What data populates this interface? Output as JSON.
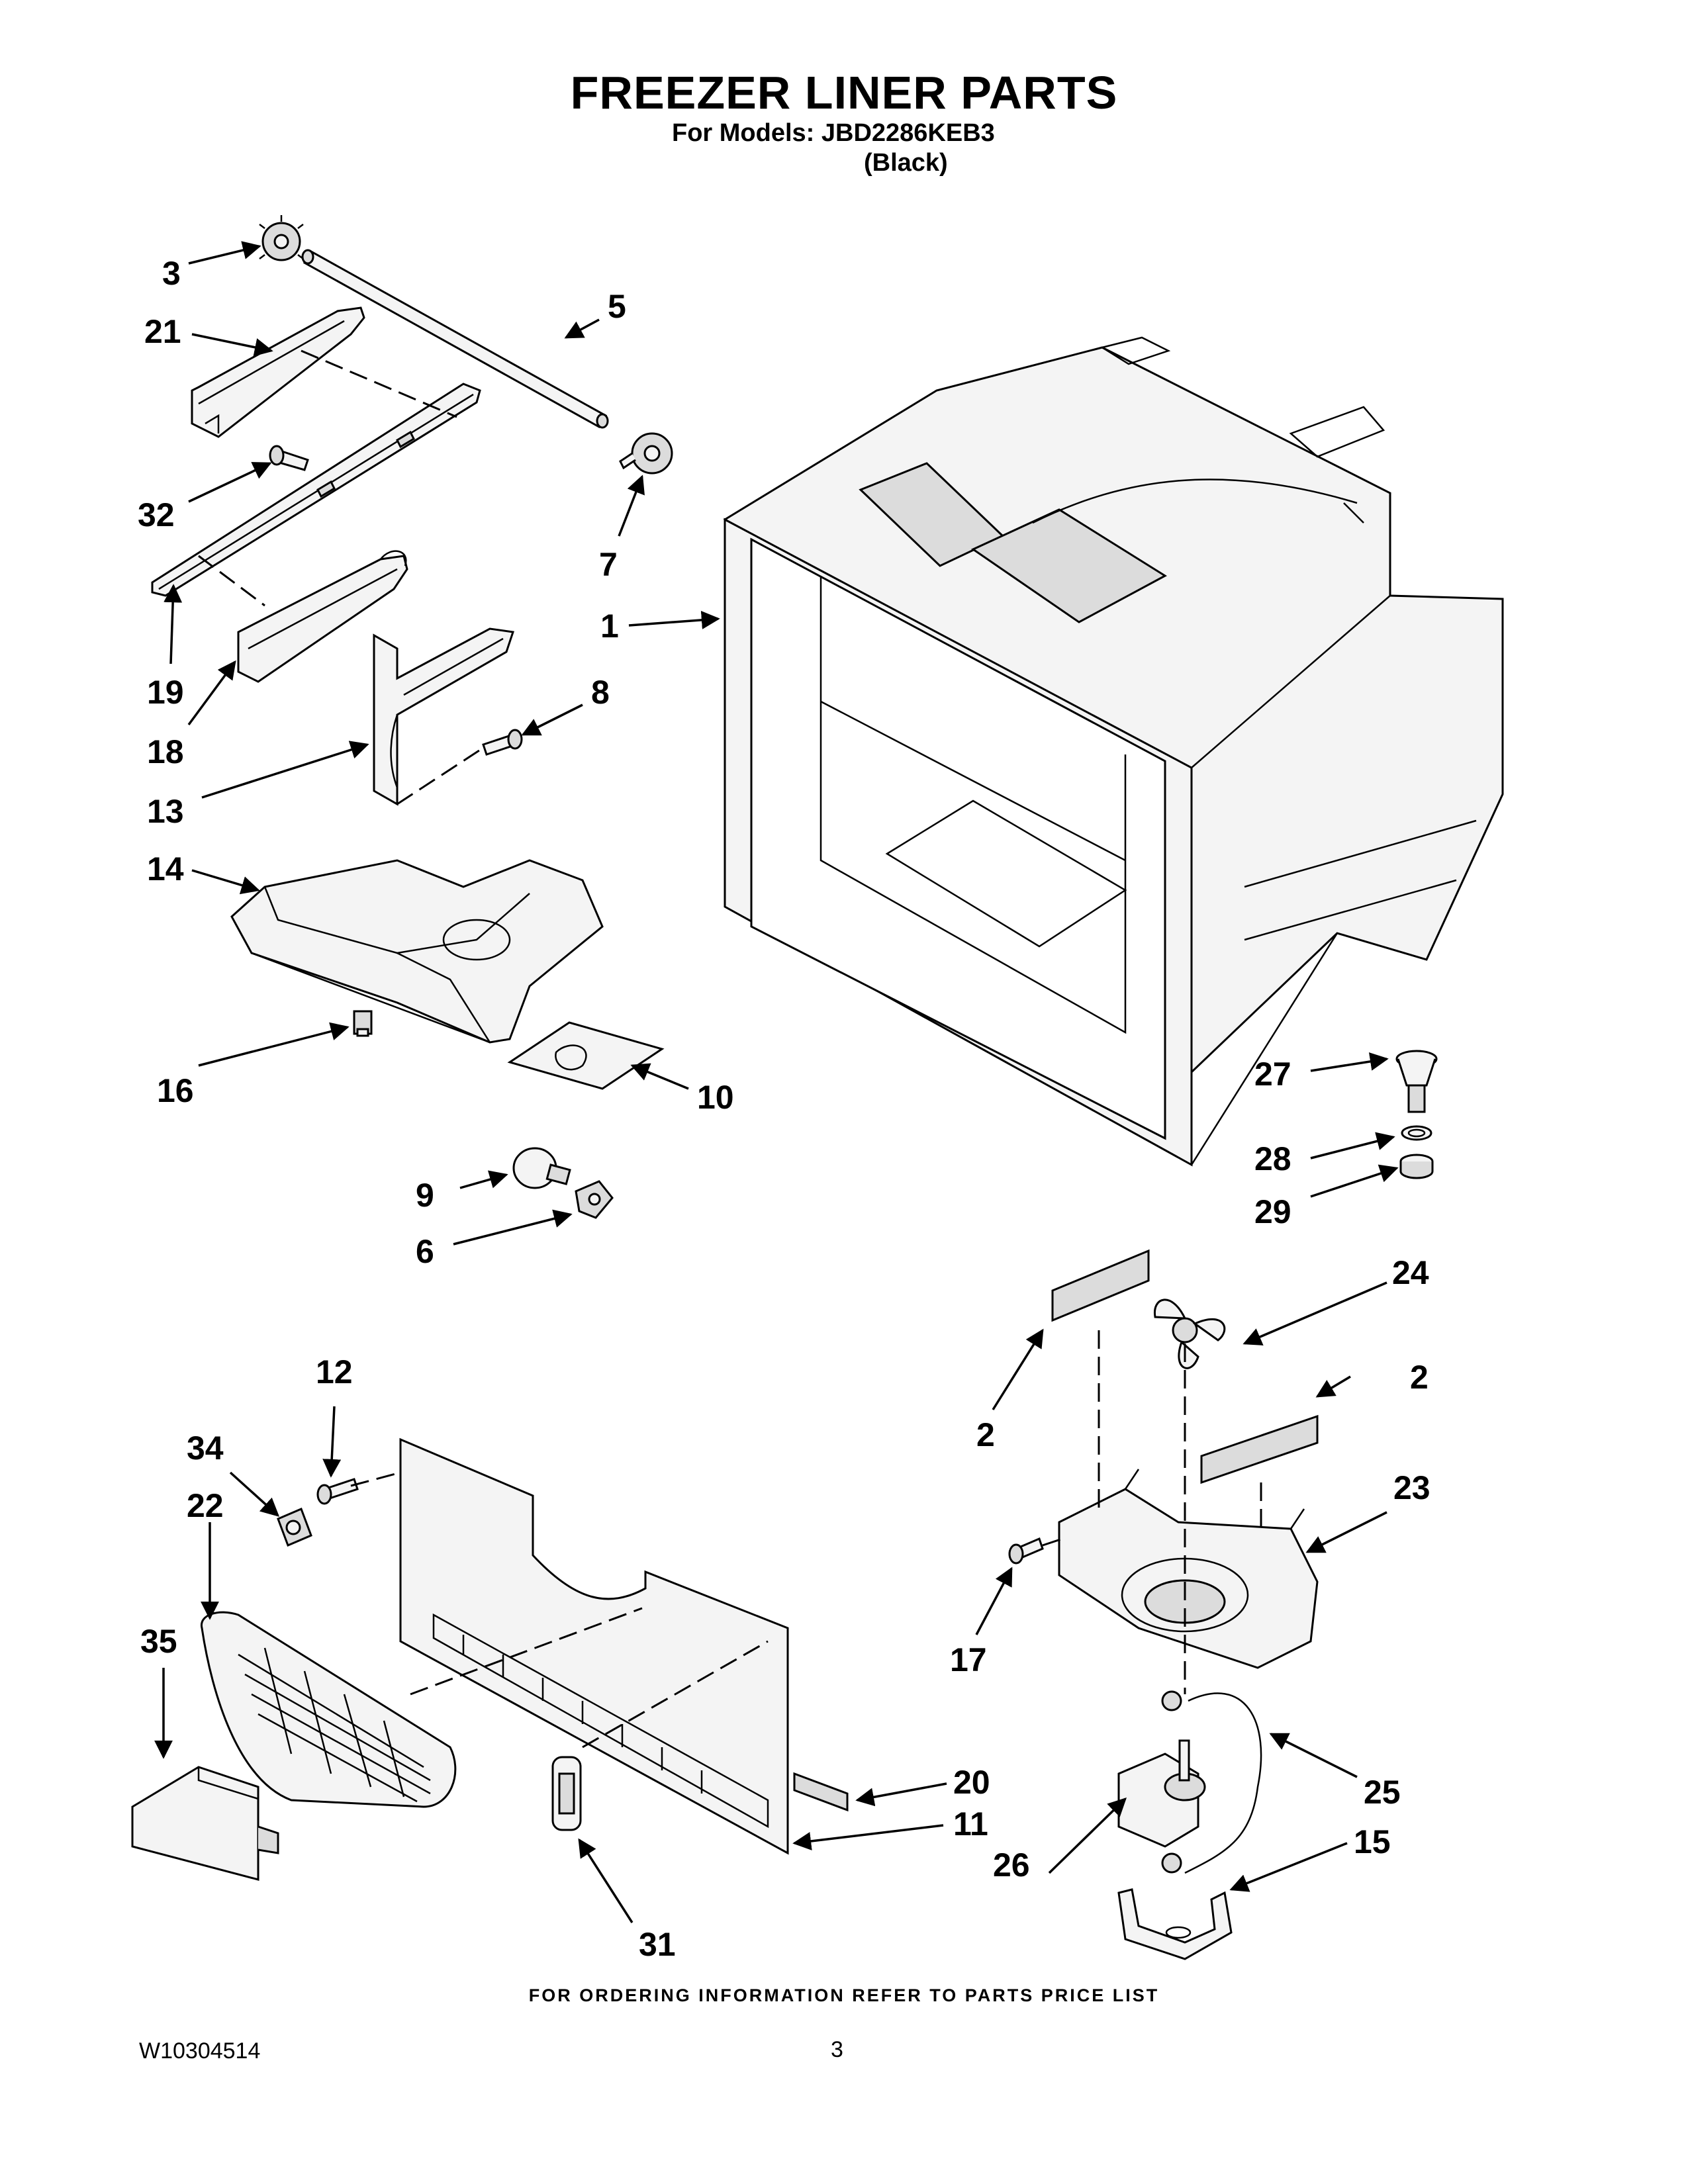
{
  "header": {
    "title": "FREEZER LINER PARTS",
    "models_line": "For Models: JBD2286KEB3",
    "color_line": "(Black)"
  },
  "footer": {
    "ordering_note": "FOR ORDERING INFORMATION REFER TO PARTS PRICE LIST",
    "document_number": "W10304514",
    "page_number": "3"
  },
  "callouts": {
    "c3": "3",
    "c21": "21",
    "c5": "5",
    "c32": "32",
    "c7": "7",
    "c1": "1",
    "c19": "19",
    "c8": "8",
    "c18": "18",
    "c13": "13",
    "c14": "14",
    "c16": "16",
    "c10": "10",
    "c27": "27",
    "c28": "28",
    "c29": "29",
    "c9": "9",
    "c6": "6",
    "c24": "24",
    "c12": "12",
    "c2a": "2",
    "c2b": "2",
    "c34": "34",
    "c23": "23",
    "c22": "22",
    "c17": "17",
    "c35": "35",
    "c20": "20",
    "c25": "25",
    "c11": "11",
    "c26": "26",
    "c15": "15",
    "c31": "31"
  }
}
